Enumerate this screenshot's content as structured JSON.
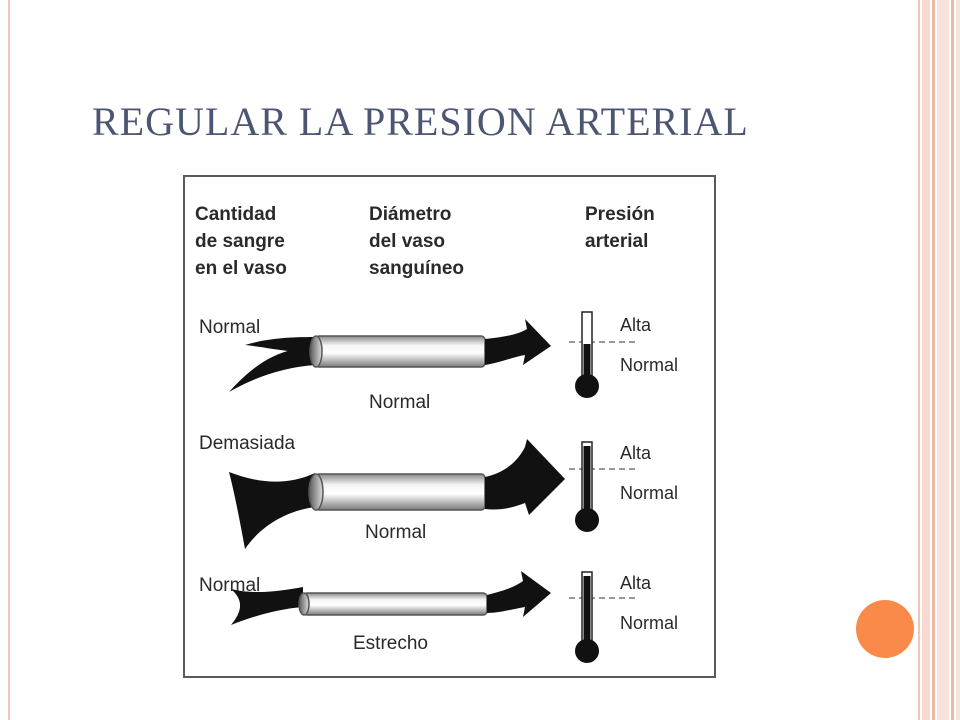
{
  "slide": {
    "title": "REGULAR LA PRESION ARTERIAL",
    "accent_color": "#f98a4a",
    "frame_color": "#f2c4b8"
  },
  "diagram": {
    "headers": {
      "col1": [
        "Cantidad",
        "de sangre",
        "en el vaso"
      ],
      "col2": [
        "Diámetro",
        "del vaso",
        "sanguíneo"
      ],
      "col3": [
        "Presión",
        "arterial"
      ]
    },
    "rows": [
      {
        "amount": "Normal",
        "diameter": "Normal",
        "high": "Alta",
        "normal": "Normal",
        "pressure_level": "normal"
      },
      {
        "amount": "Demasiada",
        "diameter": "Normal",
        "high": "Alta",
        "normal": "Normal",
        "pressure_level": "alta"
      },
      {
        "amount": "Normal",
        "diameter": "Estrecho",
        "high": "Alta",
        "normal": "Normal",
        "pressure_level": "alta"
      }
    ]
  }
}
